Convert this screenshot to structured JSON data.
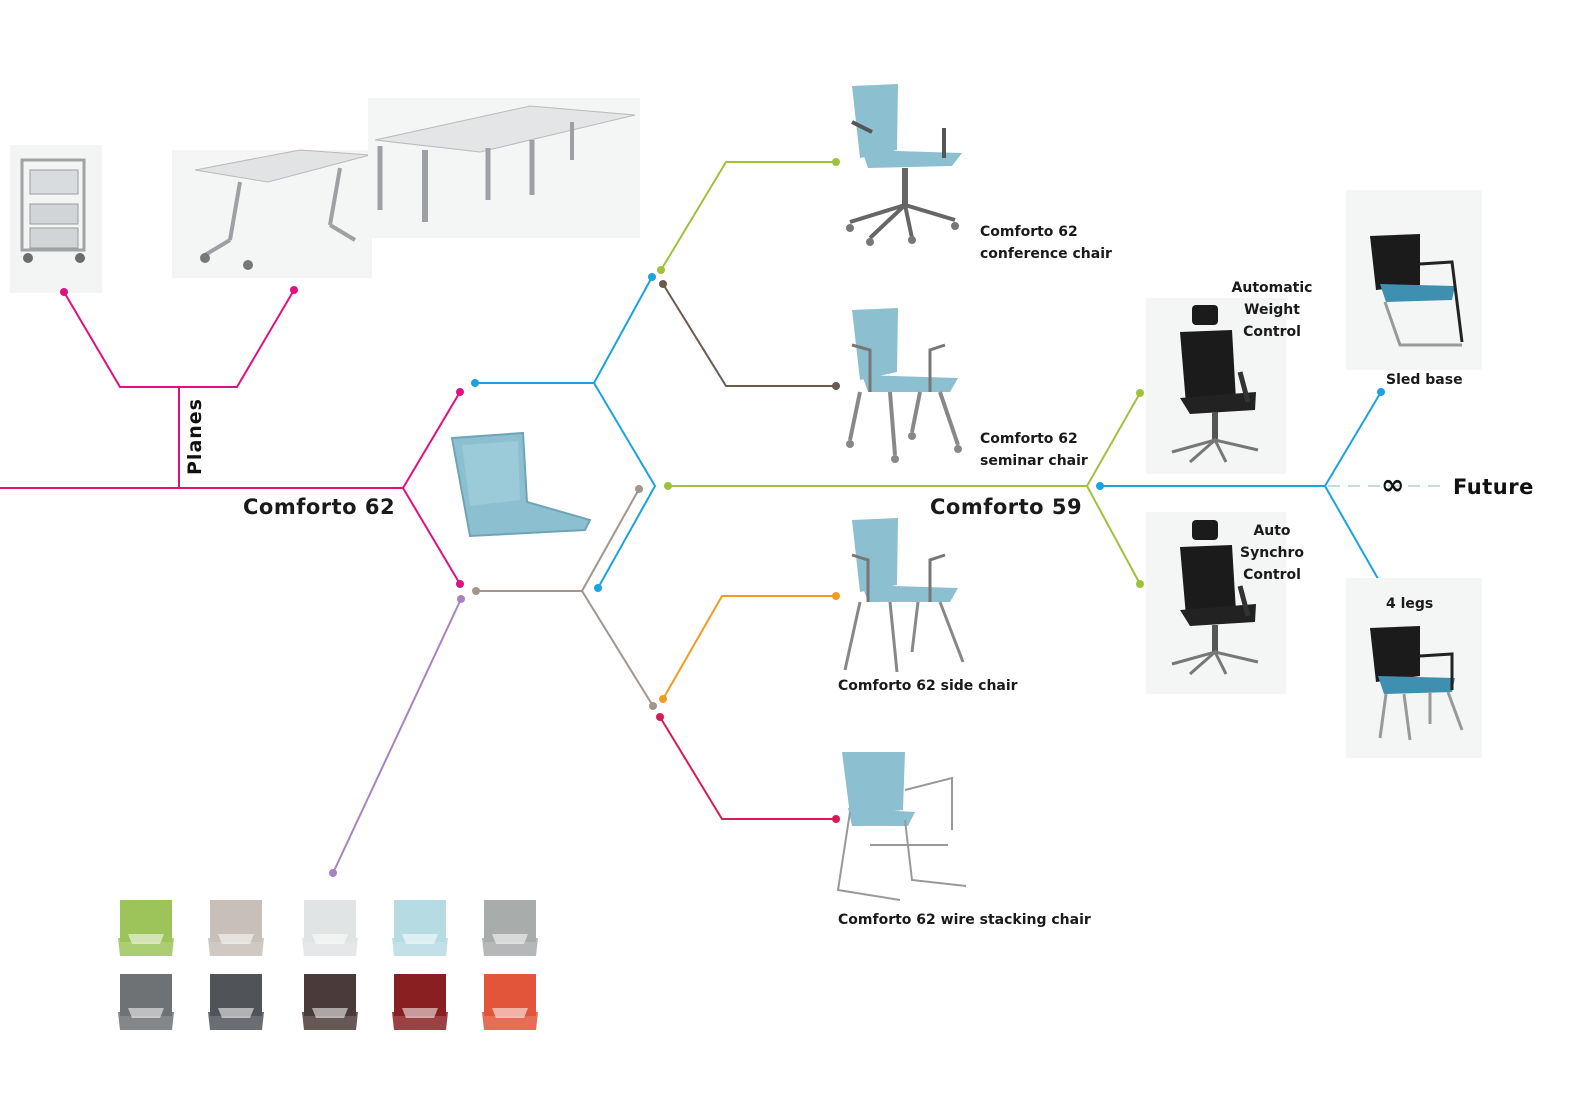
{
  "nodes": {
    "comforto62": "Comforto 62",
    "comforto59": "Comforto 59",
    "planes": "Planes",
    "future": "Future",
    "future_symbol": "∞"
  },
  "chairs": {
    "conference": "Comforto 62\nconference chair",
    "seminar": "Comforto 62\nseminar chair",
    "side": "Comforto 62 side chair",
    "wire_stacking": "Comforto 62 wire stacking chair"
  },
  "c59": {
    "awc": "Automatic\nWeight\nControl",
    "asc": "Auto\nSynchro\nControl",
    "sled": "Sled base",
    "legs": "4 legs"
  },
  "colors": {
    "magenta": "#e0117f",
    "blue": "#1aa3e0",
    "green": "#9ec33b",
    "brown": "#6b5a4e",
    "taupe": "#a0968d",
    "orange": "#f39a21",
    "red": "#d81b55",
    "lavender": "#a883c3",
    "shell": "#8cbfcf",
    "frame": "#8a8d90",
    "dark": "#1b1b1b",
    "seat_blue": "#3f8fb0"
  },
  "swatches": [
    "#9cc45a",
    "#c8bfb8",
    "#e1e4e5",
    "#b7dbe3",
    "#a8acab",
    "#6e7275",
    "#505459",
    "#4a3b3a",
    "#8a1f22",
    "#e2553a"
  ]
}
